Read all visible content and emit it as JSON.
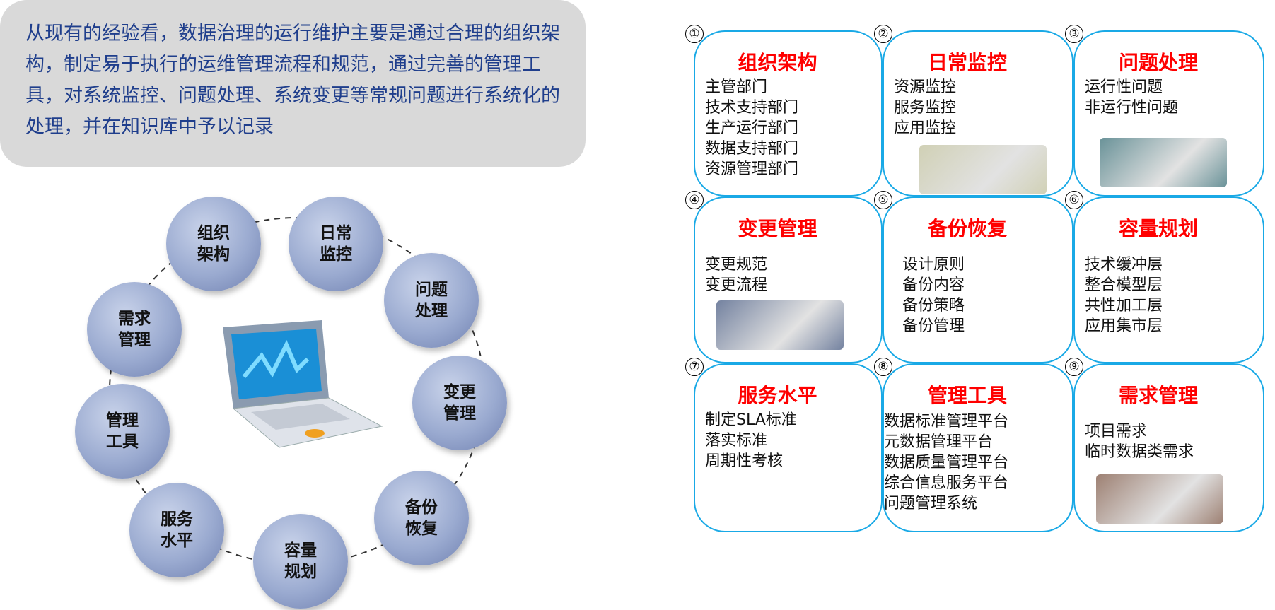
{
  "intro_text": "从现有的经验看，数据治理的运行维护主要是通过合理的组织架构，制定易于执行的运维管理流程和规范，通过完善的管理工具，对系统监控、问题处理、系统变更等常规问题进行系统化的处理，并在知识库中予以记录",
  "circles": [
    "组织架构",
    "日常监控",
    "问题处理",
    "变更管理",
    "备份恢复",
    "容量规划",
    "服务水平",
    "管理工具",
    "需求管理"
  ],
  "cards": [
    {
      "num": "①",
      "title": "组织架构",
      "items": [
        "主管部门",
        "技术支持部门",
        "生产运行部门",
        "数据支持部门",
        "资源管理部门"
      ]
    },
    {
      "num": "②",
      "title": "日常监控",
      "items": [
        "资源监控",
        "服务监控",
        "应用监控"
      ]
    },
    {
      "num": "③",
      "title": "问题处理",
      "items": [
        "运行性问题",
        "非运行性问题"
      ]
    },
    {
      "num": "④",
      "title": "变更管理",
      "items": [
        "变更规范",
        "变更流程"
      ]
    },
    {
      "num": "⑤",
      "title": "备份恢复",
      "items": [
        "设计原则",
        "备份内容",
        "备份策略",
        "备份管理"
      ]
    },
    {
      "num": "⑥",
      "title": "容量规划",
      "items": [
        "技术缓冲层",
        "整合模型层",
        "共性加工层",
        "应用集市层"
      ]
    },
    {
      "num": "⑦",
      "title": "服务水平",
      "items": [
        "制定SLA标准",
        "落实标准",
        "周期性考核"
      ]
    },
    {
      "num": "⑧",
      "title": "管理工具",
      "items": [
        "数据标准管理平台",
        "元数据管理平台",
        "数据质量管理平台",
        "综合信息服务平台",
        "问题管理系统"
      ]
    },
    {
      "num": "⑨",
      "title": "需求管理",
      "items": [
        "项目需求",
        "临时数据类需求"
      ]
    }
  ],
  "colors": {
    "title_red": "#ff0000",
    "card_border": "#19a9e6",
    "intro_text": "#1f3e8c"
  }
}
